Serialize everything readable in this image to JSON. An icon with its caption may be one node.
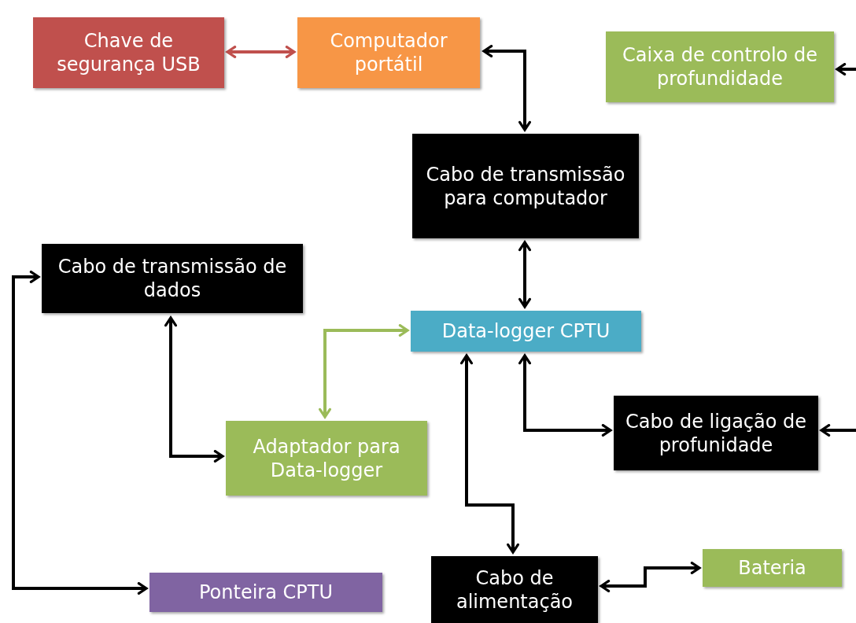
{
  "diagram": {
    "nodes": [
      {
        "text": [
          "Chave de segurança USB"
        ]
      },
      {
        "text": [
          "Computador portátil"
        ]
      },
      {
        "text": [
          "Caixa de controlo de profundidade"
        ]
      },
      {
        "text": [
          "Cabo de transmissão para computador"
        ]
      },
      {
        "text": [
          "Cabo de transmissão de dados"
        ]
      },
      {
        "text": [
          "Data-logger CPTU"
        ]
      },
      {
        "text": [
          "Adaptador para Data-logger"
        ]
      },
      {
        "text": [
          "Cabo de ligação de profunidade"
        ]
      },
      {
        "text": [
          "Ponteira CPTU"
        ]
      },
      {
        "text": [
          "Cabo de alimentação"
        ]
      },
      {
        "text": [
          "Bateria"
        ]
      }
    ],
    "edges": [
      {
        "from": 0,
        "to": 1,
        "arrow": "both",
        "color": "#c0504d"
      },
      {
        "from": 1,
        "to": 3,
        "arrow": "both"
      },
      {
        "from": 3,
        "to": 5,
        "arrow": "both"
      },
      {
        "from": 4,
        "to": 6,
        "arrow": "both"
      },
      {
        "from": 6,
        "to": 5,
        "arrow": "both",
        "color": "#9bbb59"
      },
      {
        "from": 5,
        "to": 7,
        "arrow": "both"
      },
      {
        "from": 5,
        "to": 9,
        "arrow": "both"
      },
      {
        "from": 9,
        "to": 10,
        "arrow": "both"
      },
      {
        "from": 4,
        "to": 8,
        "arrow": "both"
      },
      {
        "from": null,
        "to": 2,
        "arrow": "to"
      },
      {
        "from": null,
        "to": 7,
        "arrow": "to"
      }
    ]
  }
}
